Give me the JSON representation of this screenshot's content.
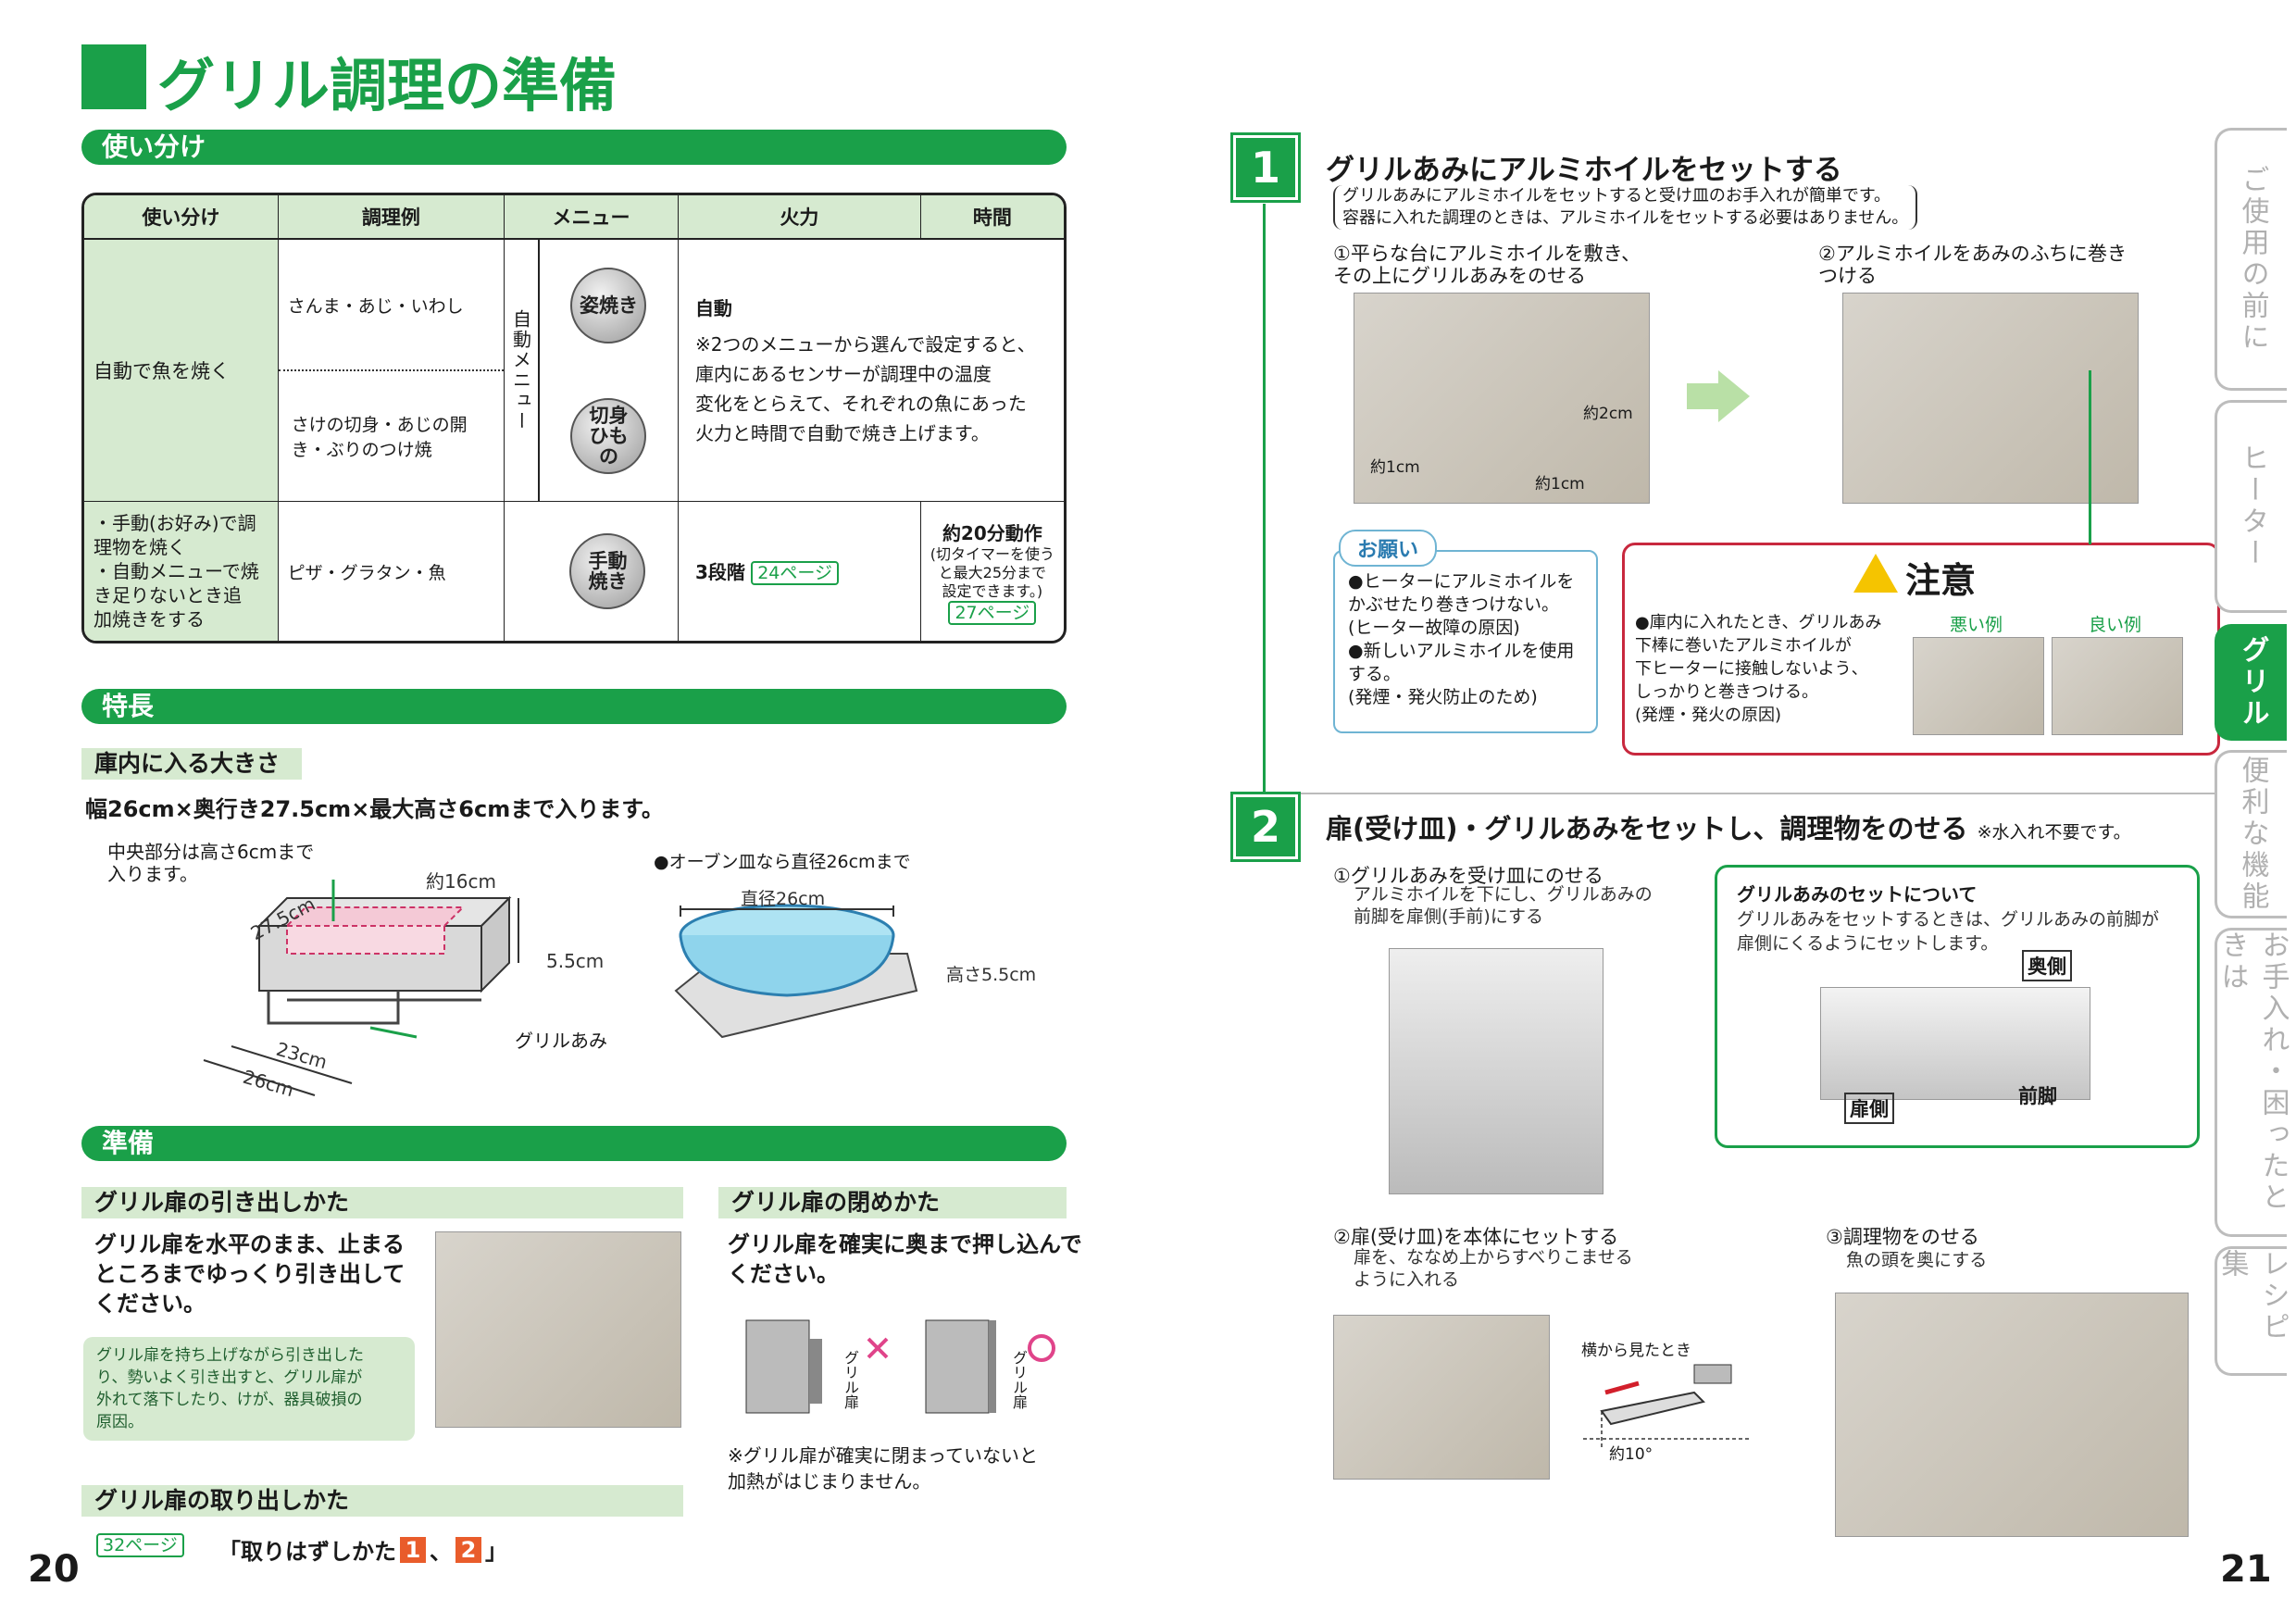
{
  "left": {
    "title": "グリル調理の準備",
    "sec_usage": "使い分け",
    "table": {
      "headers": [
        "使い分け",
        "調理例",
        "メニュー",
        "火力",
        "時間"
      ],
      "row1_use": "自動で魚を焼く",
      "row1_ex1": "さんま・あじ・いわし",
      "row1_ex2": "さけの切身・あじの開き・ぶりのつけ焼",
      "row1_menu_vertical": "自動メニュー",
      "row1_icon1": "姿焼き",
      "row1_icon2": "切身ひもの",
      "row1_heat_title": "自動",
      "row1_heat_note": "※2つのメニューから選んで設定すると、\n庫内にあるセンサーが調理中の温度\n変化をとらえて、それぞれの魚にあった\n火力と時間で自動で焼き上げます。",
      "row2_use": "・手動(お好み)で調\n  理物を焼く\n・自動メニューで焼\n  き足りないとき追\n  加焼きをする",
      "row2_ex": "ピザ・グラタン・魚",
      "row2_icon": "手動焼き",
      "row2_heat": "3段階",
      "row2_heat_ref": "24ページ",
      "row2_time_title": "約20分動作",
      "row2_time_note": "(切タイマーを使う\nと最大25分まで\n設定できます。)",
      "row2_time_ref": "27ページ"
    },
    "sec_features": "特長",
    "sub_size": "庫内に入る大きさ",
    "size_text": "幅26cm×奥行き27.5cm×最大高さ6cmまで入ります。",
    "fig1": {
      "center_note": "中央部分は高さ6cmまで\n入ります。",
      "d16": "約16cm",
      "d275": "27.5cm",
      "d55": "5.5cm",
      "d23": "23cm",
      "d26": "26cm",
      "rack": "グリルあみ"
    },
    "fig2": {
      "oven_note": "●オーブン皿なら直径26cmまで",
      "diameter": "直径26cm",
      "height": "高さ5.5cm"
    },
    "sec_prep": "準備",
    "sub_pull": "グリル扉の引き出しかた",
    "pull_text": "グリル扉を水平のまま、止まる\nところまでゆっくり引き出して\nください。",
    "pull_warn": "グリル扉を持ち上げながら引き出した\nり、勢いよく引き出すと、グリル扉が\n外れて落下したり、けが、器具破損の\n原因。",
    "sub_close": "グリル扉の閉めかた",
    "close_text": "グリル扉を確実に奥まで押し込んで\nください。",
    "door_label": "グリル扉",
    "close_note": "※グリル扉が確実に閉まっていないと\n  加熱がはじまりません。",
    "sub_remove": "グリル扉の取り出しかた",
    "remove_ref": "32ページ",
    "remove_text_pre": "「取りはずしかた",
    "remove_n1": "1",
    "remove_sep": "、",
    "remove_n2": "2",
    "remove_text_post": "」",
    "page_num": "20"
  },
  "right": {
    "step1_num": "1",
    "step1_title": "グリルあみにアルミホイルをセットする",
    "step1_note": "グリルあみにアルミホイルをセットすると受け皿のお手入れが簡単です。\n容器に入れた調理のときは、アルミホイルをセットする必要はありません。",
    "s1a": "①平らな台にアルミホイルを敷き、\n  その上にグリルあみをのせる",
    "s1b": "②アルミホイルをあみのふちに巻き\n  つける",
    "lbl_1cm_a": "約1cm",
    "lbl_1cm_b": "約1cm",
    "lbl_2cm": "約2cm",
    "request_title": "お願い",
    "request_text": "●ヒーターにアルミホイルを\n  かぶせたり巻きつけない。\n  (ヒーター故障の原因)\n●新しいアルミホイルを使用\n  する。\n  (発煙・発火防止のため)",
    "caution_title": "注意",
    "caution_text": "●庫内に入れたとき、グリルあみ\n  下棒に巻いたアルミホイルが\n  下ヒーターに接触しないよう、\n  しっかりと巻きつける。\n  (発煙・発火の原因)",
    "bad": "悪い例",
    "good": "良い例",
    "step2_num": "2",
    "step2_title": "扉(受け皿)・グリルあみをセットし、調理物をのせる",
    "step2_note": "※水入れ不要です。",
    "s2a": "①グリルあみを受け皿にのせる",
    "s2a_sub": "アルミホイルを下にし、グリルあみの\n前脚を扉側(手前)にする",
    "set_title": "グリルあみのセットについて",
    "set_text": "グリルあみをセットするときは、グリルあみの前脚が\n扉側にくるようにセットします。",
    "back_side": "奥側",
    "door_side": "扉側",
    "front_leg": "前脚",
    "s2b": "②扉(受け皿)を本体にセットする",
    "s2b_sub": "扉を、ななめ上からすべりこませる\nように入れる",
    "side_view": "横から見たとき",
    "angle": "約10°",
    "s2c": "③調理物をのせる",
    "s2c_sub": "魚の頭を奥にする",
    "page_num": "21"
  },
  "tabs": [
    "ご使用の前に",
    "ヒーター",
    "グリル",
    "便利な機能",
    "お手入れ・困ったときは",
    "レシピ集"
  ]
}
